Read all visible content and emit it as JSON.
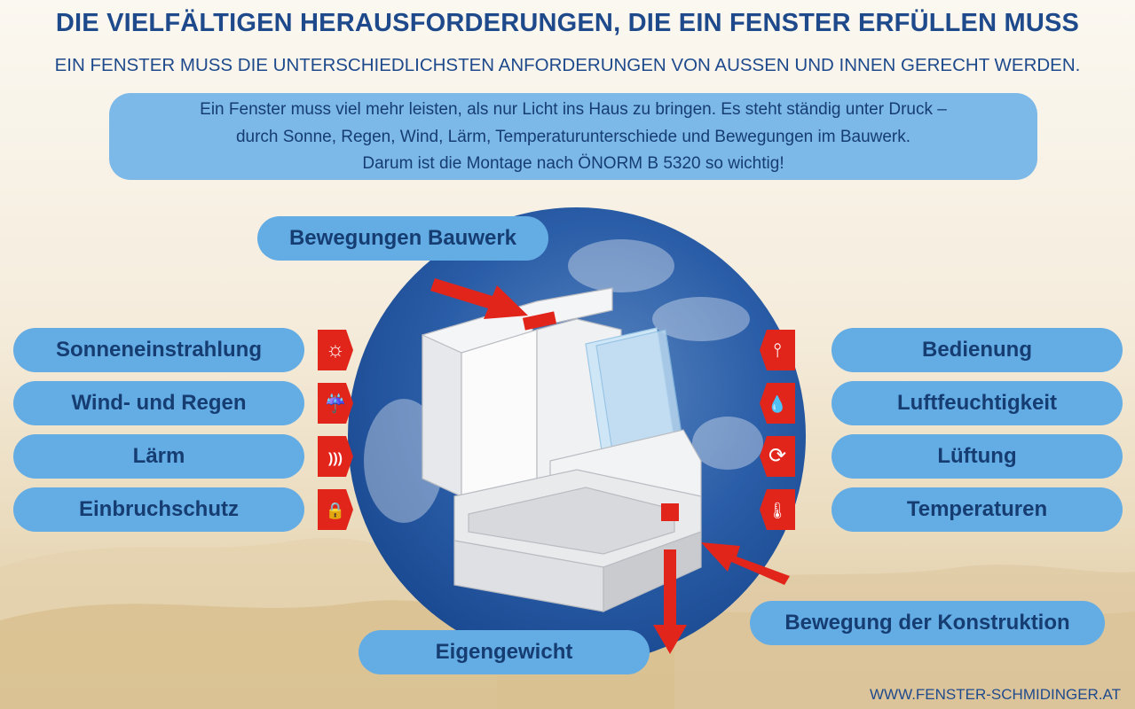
{
  "header": {
    "title": "DIE VIELFÄLTIGEN HERAUSFORDERUNGEN, DIE EIN FENSTER ERFÜLLEN MUSS",
    "subtitle": "EIN FENSTER MUSS DIE UNTERSCHIEDLICHSTEN ANFORDERUNGEN VON AUSSEN UND INNEN GERECHT WERDEN."
  },
  "intro": {
    "line1": "Ein Fenster muss viel mehr leisten, als nur Licht ins Haus zu bringen. Es steht ständig unter Druck –",
    "line2": "durch Sonne, Regen, Wind, Lärm, Temperaturunterschiede und Bewegungen im Bauwerk.",
    "line3": "Darum ist die Montage nach ÖNORM B 5320 so wichtig!"
  },
  "labels": {
    "top": "Bewegungen Bauwerk",
    "bottom_left": "Eigengewicht",
    "bottom_right": "Bewegung der Konstruktion"
  },
  "left_items": [
    {
      "label": "Sonneneinstrahlung",
      "icon": "sun-icon",
      "glyph": "☼"
    },
    {
      "label": "Wind- und Regen",
      "icon": "rain-cloud-icon",
      "glyph": "☔"
    },
    {
      "label": "Lärm",
      "icon": "sound-waves-icon",
      "glyph": ")))"
    },
    {
      "label": "Einbruchschutz",
      "icon": "padlock-icon",
      "glyph": "🔒"
    }
  ],
  "right_items": [
    {
      "label": "Bedienung",
      "icon": "window-handle-icon",
      "glyph": "⫯"
    },
    {
      "label": "Luftfeuchtigkeit",
      "icon": "water-drop-icon",
      "glyph": "💧"
    },
    {
      "label": "Lüftung",
      "icon": "circulation-arrows-icon",
      "glyph": "⟳"
    },
    {
      "label": "Temperaturen",
      "icon": "thermometer-icon",
      "glyph": "🌡"
    }
  ],
  "footer": {
    "url": "WWW.FENSTER-SCHMIDINGER.AT"
  },
  "colors": {
    "title_blue": "#1e4a8c",
    "label_blue": "#64ace4",
    "circle_blue": "#1d4f98",
    "accent_red": "#e1251b"
  }
}
